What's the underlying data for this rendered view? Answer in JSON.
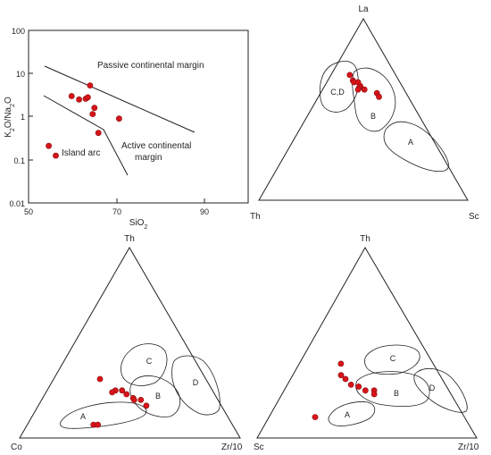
{
  "colors": {
    "point_fill": "#d7141a",
    "line": "#231f20"
  },
  "chart_data": [
    {
      "type": "scatter",
      "yscale": "log",
      "xlabel": "SiO2",
      "ylabel": "K2O/Na2O",
      "xlim": [
        50,
        100
      ],
      "ylim": [
        0.01,
        100
      ],
      "xticks": [
        "50",
        "70",
        "90"
      ],
      "yticks": [
        "100",
        "10",
        "1",
        "0.1",
        "0.01"
      ],
      "fields": [
        "Passive continental margin",
        "Active continental",
        "margin",
        "Island arc"
      ],
      "points": [
        {
          "x": 59.8,
          "y": 3.0
        },
        {
          "x": 61.5,
          "y": 2.5
        },
        {
          "x": 63.0,
          "y": 2.6
        },
        {
          "x": 63.5,
          "y": 2.8
        },
        {
          "x": 64.0,
          "y": 5.3
        },
        {
          "x": 65.0,
          "y": 1.6
        },
        {
          "x": 64.6,
          "y": 1.15
        },
        {
          "x": 70.6,
          "y": 0.9
        },
        {
          "x": 65.9,
          "y": 0.42
        },
        {
          "x": 54.6,
          "y": 0.21
        },
        {
          "x": 56.2,
          "y": 0.125
        }
      ]
    },
    {
      "type": "scatter",
      "ternary": true,
      "apex_labels": {
        "top": "La",
        "left": "Th",
        "right": "Sc"
      },
      "fields": [
        "C,D",
        "B",
        "A"
      ],
      "points": [
        {
          "top": 0.69,
          "left": 0.22
        },
        {
          "top": 0.66,
          "left": 0.22
        },
        {
          "top": 0.65,
          "left": 0.22
        },
        {
          "top": 0.65,
          "left": 0.2
        },
        {
          "top": 0.63,
          "left": 0.2
        },
        {
          "top": 0.62,
          "left": 0.21
        },
        {
          "top": 0.61,
          "left": 0.22
        },
        {
          "top": 0.61,
          "left": 0.19
        },
        {
          "top": 0.59,
          "left": 0.14
        },
        {
          "top": 0.57,
          "left": 0.14
        }
      ]
    },
    {
      "type": "scatter",
      "ternary": true,
      "apex_labels": {
        "top": "Th",
        "left": "Co",
        "right": "Zr/10"
      },
      "fields": [
        "C",
        "B",
        "A",
        "D"
      ],
      "points": [
        {
          "top": 0.31,
          "left": 0.48
        },
        {
          "top": 0.25,
          "left": 0.44
        },
        {
          "top": 0.24,
          "left": 0.46
        },
        {
          "top": 0.25,
          "left": 0.41
        },
        {
          "top": 0.23,
          "left": 0.4
        },
        {
          "top": 0.21,
          "left": 0.38
        },
        {
          "top": 0.2,
          "left": 0.38
        },
        {
          "top": 0.2,
          "left": 0.35
        },
        {
          "top": 0.17,
          "left": 0.34
        },
        {
          "top": 0.07,
          "left": 0.63
        },
        {
          "top": 0.07,
          "left": 0.61
        }
      ]
    },
    {
      "type": "scatter",
      "ternary": true,
      "apex_labels": {
        "top": "Th",
        "left": "Sc",
        "right": "Zr/10"
      },
      "fields": [
        "C",
        "B",
        "D",
        "A"
      ],
      "points": [
        {
          "top": 0.39,
          "left": 0.42
        },
        {
          "top": 0.33,
          "left": 0.45
        },
        {
          "top": 0.31,
          "left": 0.44
        },
        {
          "top": 0.28,
          "left": 0.43
        },
        {
          "top": 0.27,
          "left": 0.4
        },
        {
          "top": 0.25,
          "left": 0.38
        },
        {
          "top": 0.25,
          "left": 0.34
        },
        {
          "top": 0.23,
          "left": 0.35
        },
        {
          "top": 0.11,
          "left": 0.68
        }
      ]
    }
  ]
}
